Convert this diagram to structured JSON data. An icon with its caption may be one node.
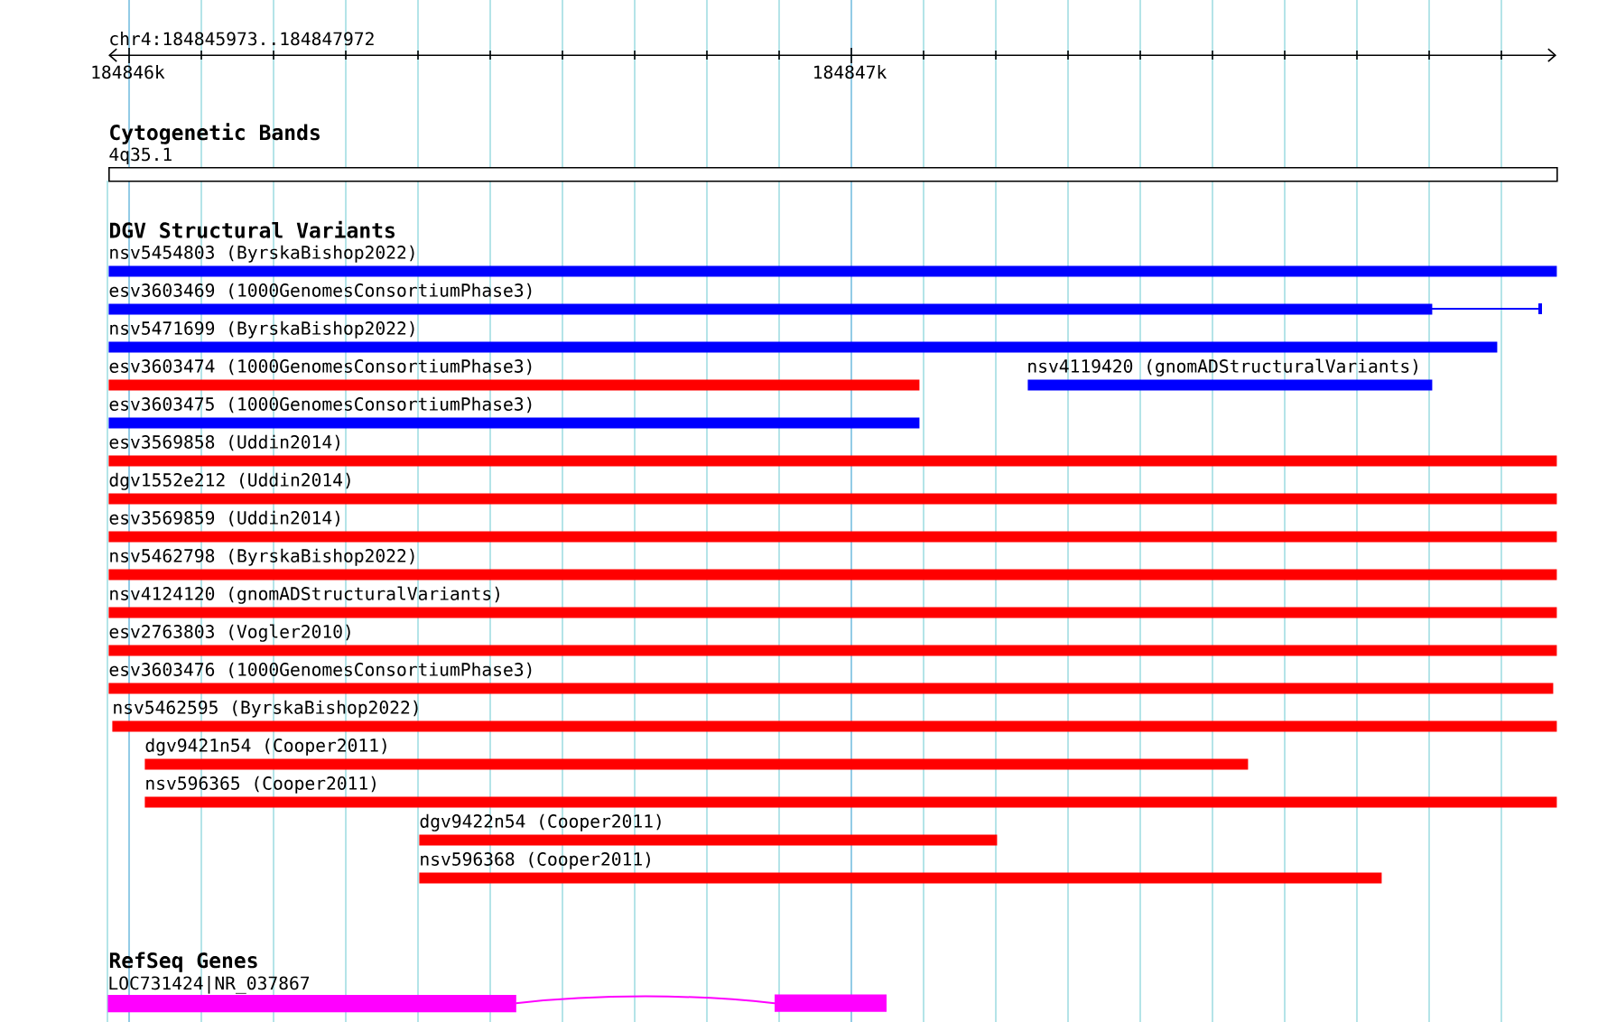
{
  "diagram": {
    "nodes": [
      {
        "text": [
          "4q35.1"
        ]
      },
      {
        "text": [
          "nsv5454803 (ByrskaBishop2022)"
        ]
      },
      {
        "text": [
          "esv3603469 (1000GenomesConsortiumPhase3)"
        ]
      },
      {
        "text": [
          "nsv5471699 (ByrskaBishop2022)"
        ]
      },
      {
        "text": [
          "esv3603474 (1000GenomesConsortiumPhase3)"
        ]
      },
      {
        "text": [
          "nsv4119420 (gnomADStructuralVariants)"
        ]
      },
      {
        "text": [
          "esv3603475 (1000GenomesConsortiumPhase3)"
        ]
      },
      {
        "text": [
          "esv3569858 (Uddin2014)"
        ]
      },
      {
        "text": [
          "dgv1552e212 (Uddin2014)"
        ]
      },
      {
        "text": [
          "esv3569859 (Uddin2014)"
        ]
      },
      {
        "text": [
          "nsv5462798 (ByrskaBishop2022)"
        ]
      },
      {
        "text": [
          "nsv4124120 (gnomADStructuralVariants)"
        ]
      },
      {
        "text": [
          "esv2763803 (Vogler2010)"
        ]
      },
      {
        "text": [
          "esv3603476 (1000GenomesConsortiumPhase3)"
        ]
      },
      {
        "text": [
          "nsv5462595 (ByrskaBishop2022)"
        ]
      },
      {
        "text": [
          "dgv9421n54 (Cooper2011)"
        ]
      },
      {
        "text": [
          "nsv596365 (Cooper2011)"
        ]
      },
      {
        "text": [
          "dgv9422n54 (Cooper2011)"
        ]
      },
      {
        "text": [
          "nsv596368 (Cooper2011)"
        ]
      },
      {
        "text": [
          "LOC731424|NR_037867"
        ]
      }
    ],
    "labels": [
      "chr4:184845973..184847972",
      "184846k",
      "184847k",
      "Cytogenetic Bands",
      "DGV Structural Variants",
      "RefSeq Genes"
    ]
  }
}
